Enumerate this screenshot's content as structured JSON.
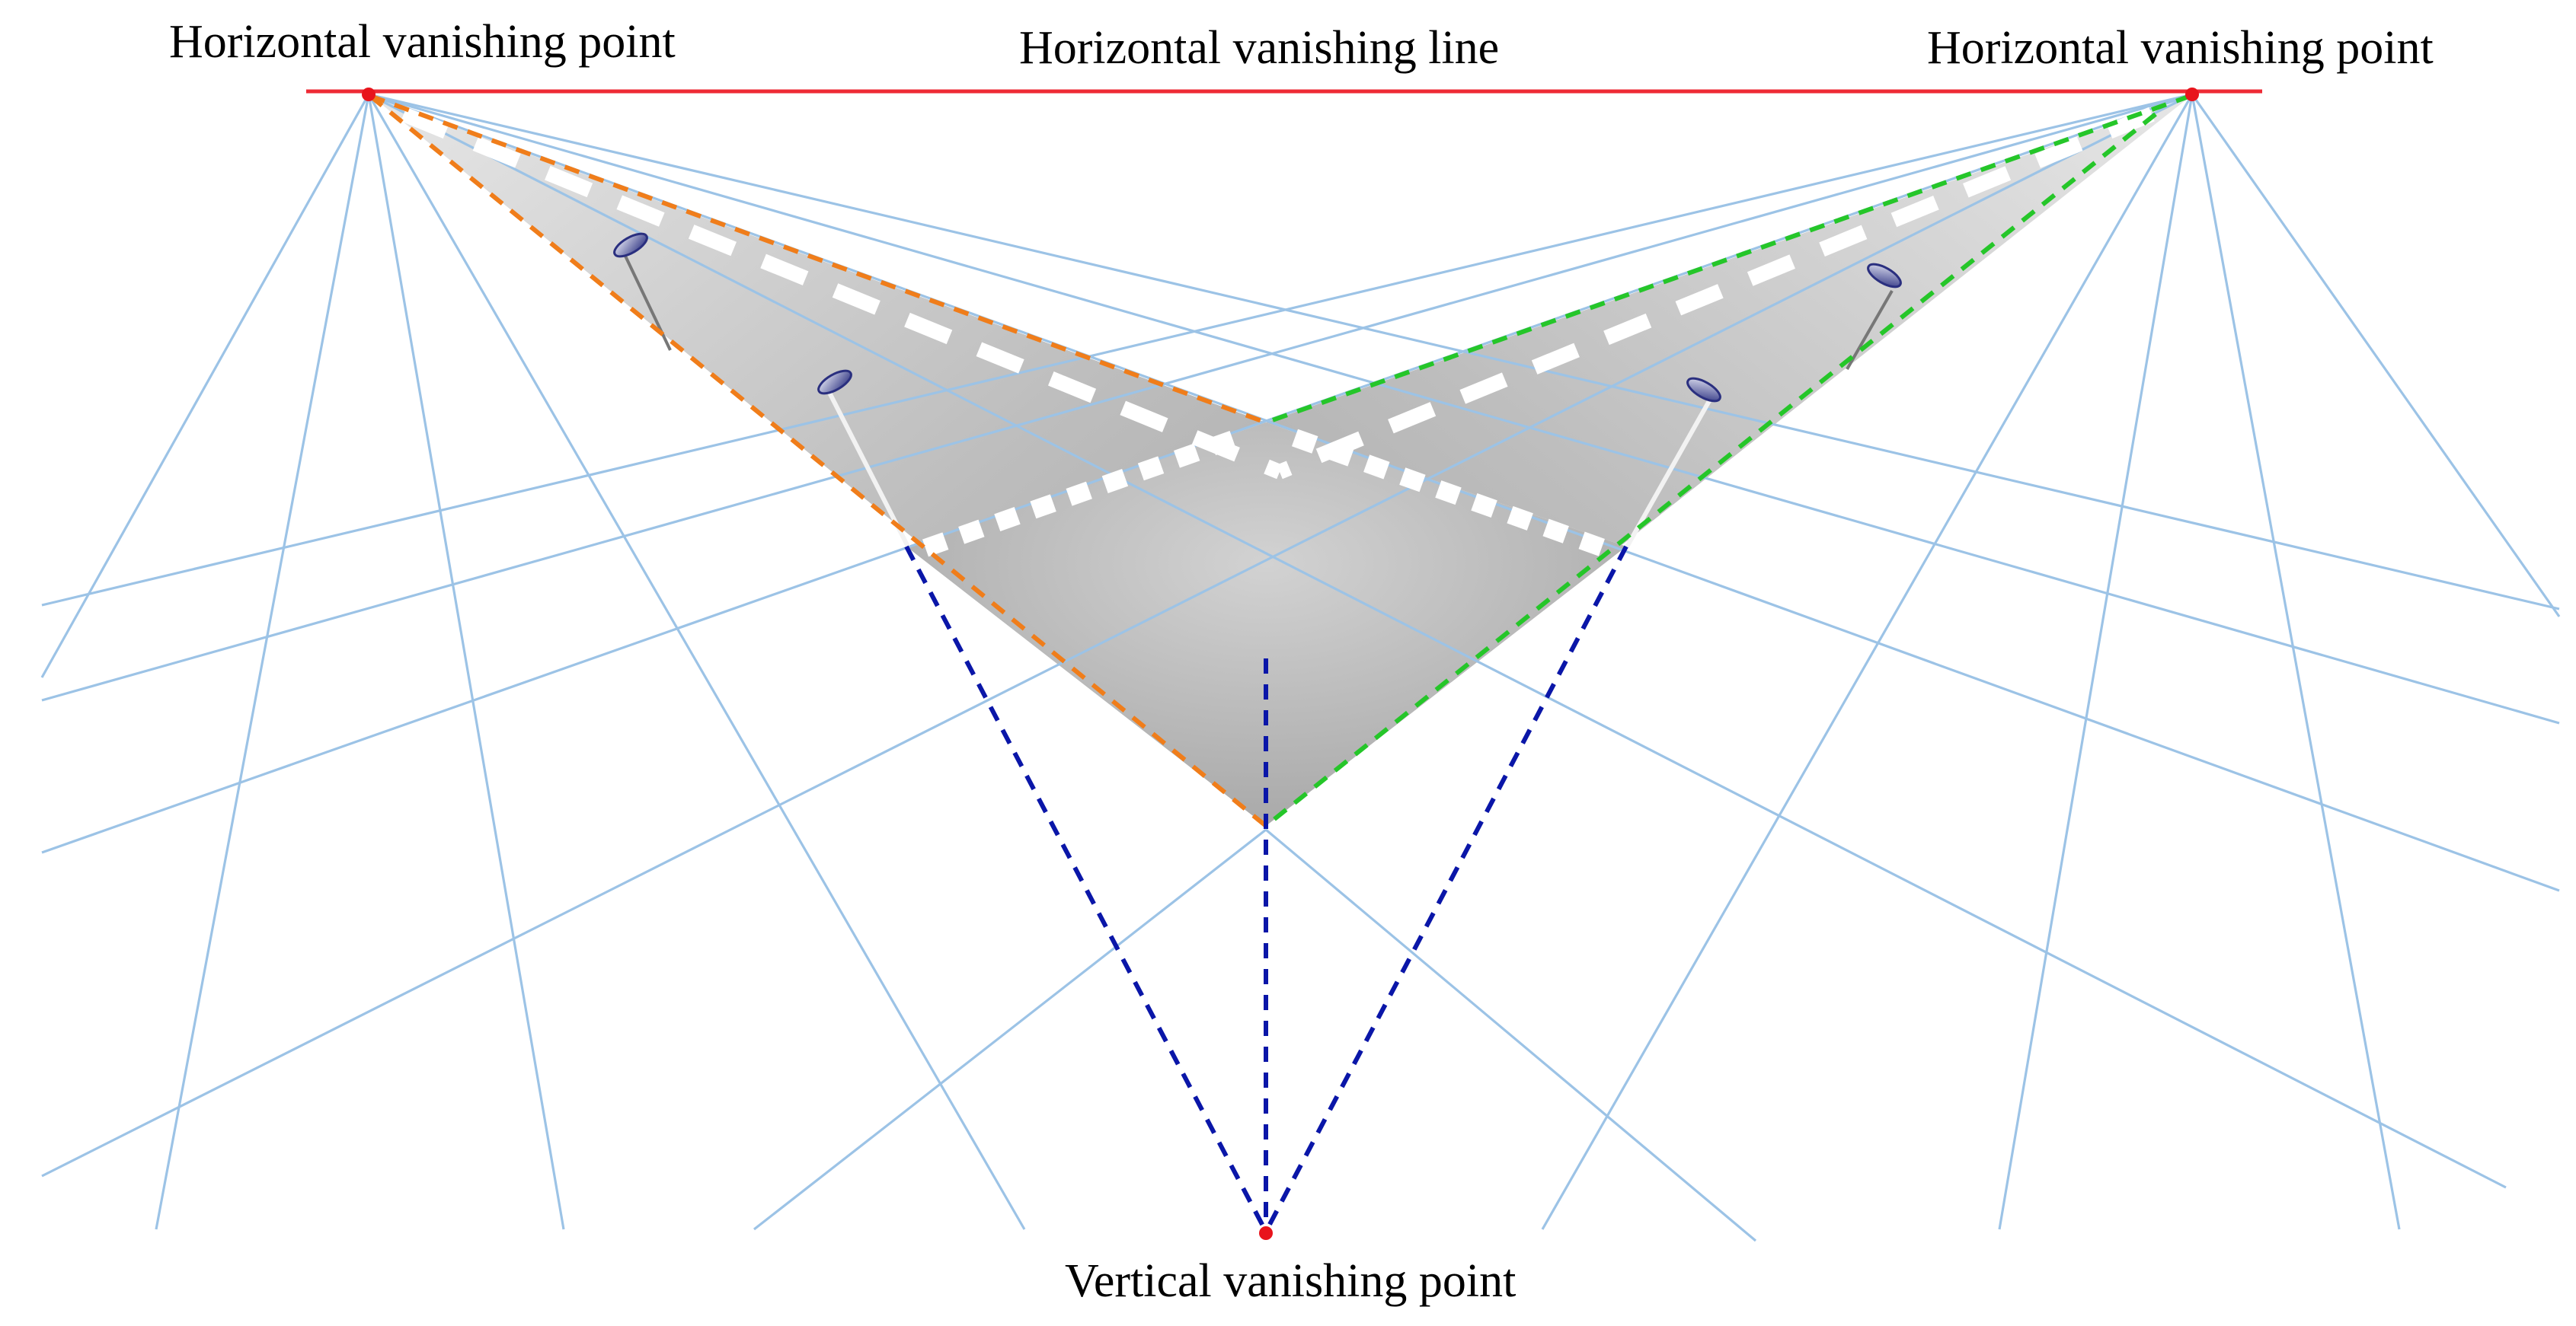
{
  "labels": {
    "horizontal_vanishing_point_left": "Horizontal vanishing point",
    "horizontal_vanishing_line": "Horizontal vanishing line",
    "horizontal_vanishing_point_right": "Horizontal vanishing point",
    "vertical_vanishing_point": "Vertical vanishing point"
  },
  "colors": {
    "vanishing_line": "#ee2a35",
    "vanishing_point": "#e8141c",
    "grid_lines": "#9cc3e6",
    "left_road_edge": "#f07d1a",
    "right_road_edge": "#25c629",
    "vertical_guides": "#0a16a8",
    "road_surface": "#b9b9b9",
    "lane_markings": "#ffffff",
    "street_lamp": "#3a3f8f"
  }
}
